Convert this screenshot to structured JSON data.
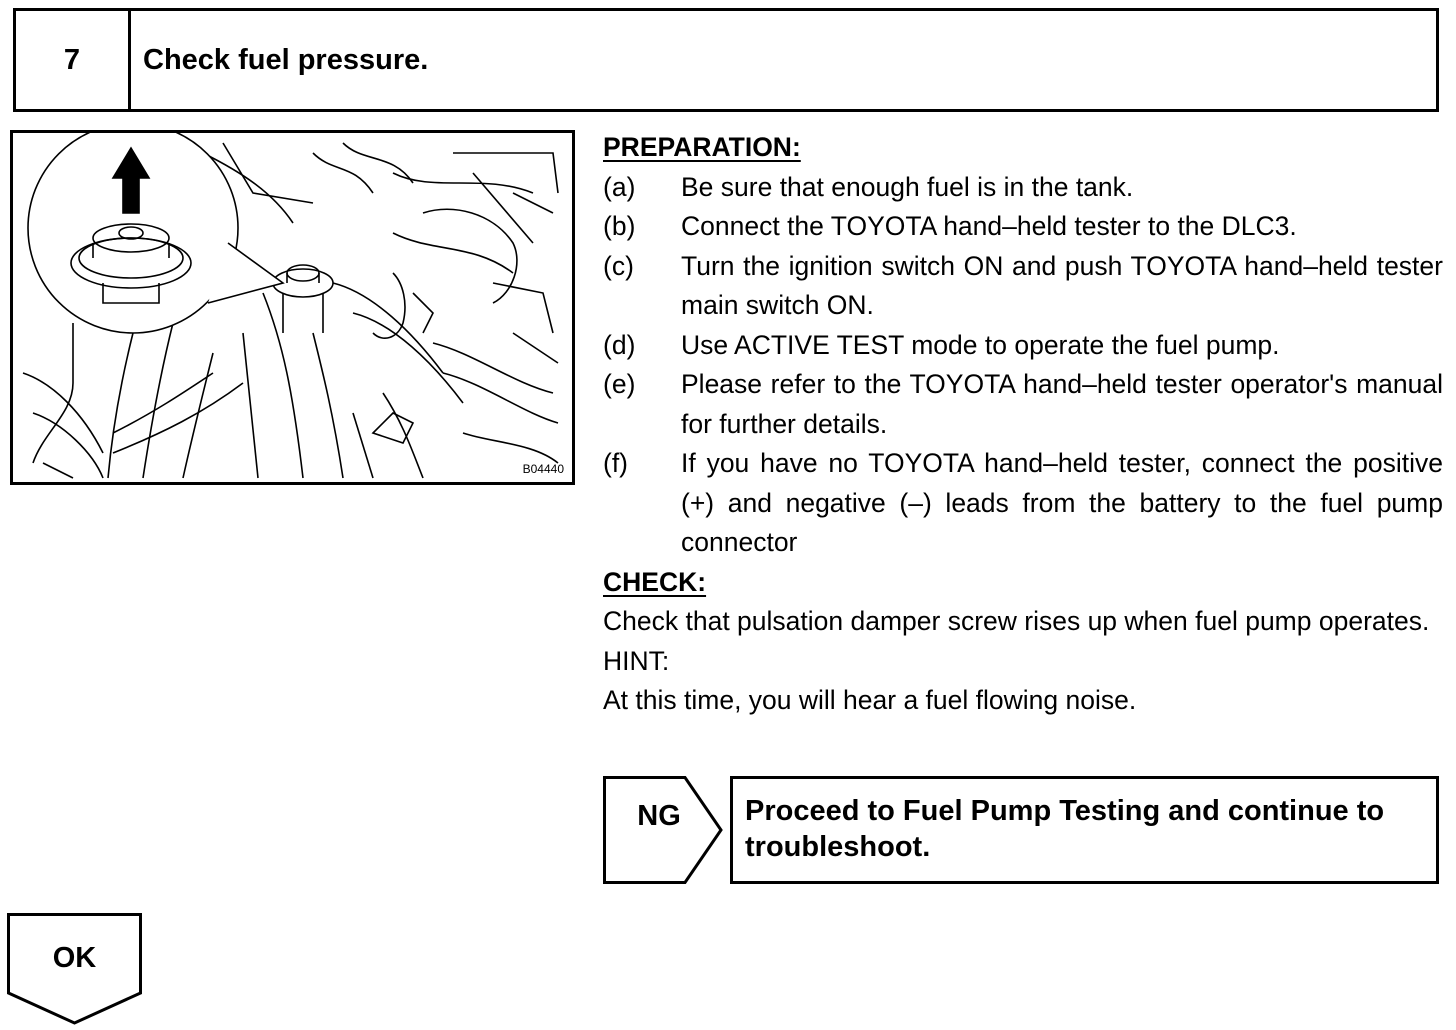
{
  "header": {
    "step_number": "7",
    "title": "Check fuel pressure."
  },
  "figure": {
    "code": "B04440"
  },
  "preparation": {
    "heading": "PREPARATION:",
    "items": [
      {
        "label": "(a)",
        "text": "Be sure that enough fuel is in the tank."
      },
      {
        "label": "(b)",
        "text": "Connect the TOYOTA hand–held tester to the DLC3."
      },
      {
        "label": "(c)",
        "text": "Turn the ignition switch ON and push TOYOTA hand–held tester main switch ON."
      },
      {
        "label": "(d)",
        "text": "Use ACTIVE TEST mode to operate the fuel pump."
      },
      {
        "label": "(e)",
        "text": "Please refer to the TOYOTA hand–held tester operator's manual for further details."
      },
      {
        "label": "(f)",
        "text": "If you have no TOYOTA hand–held tester, connect the positive (+) and negative (–) leads from the battery to the fuel pump connector"
      }
    ]
  },
  "check": {
    "heading": "CHECK:",
    "text": "Check that pulsation damper screw rises up when fuel pump operates."
  },
  "hint": {
    "heading": "HINT:",
    "text": "At this time, you will hear a fuel flowing noise."
  },
  "ng": {
    "label": "NG",
    "result": "Proceed to Fuel Pump Testing and continue to troubleshoot."
  },
  "ok": {
    "label": "OK"
  }
}
